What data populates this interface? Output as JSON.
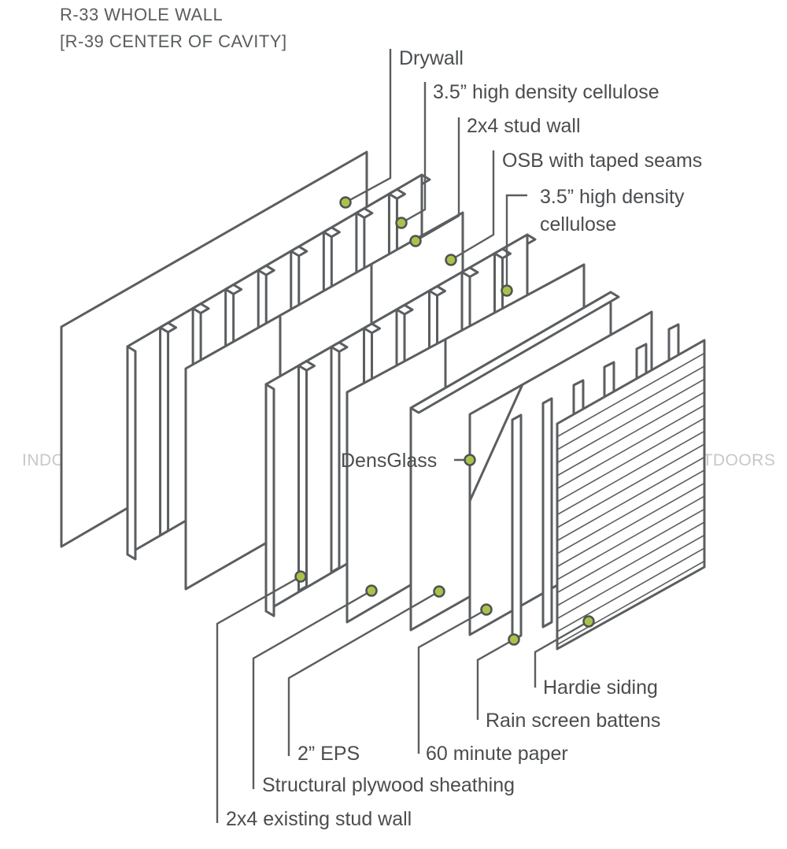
{
  "header": {
    "line1": "R-33 WHOLE WALL",
    "line2": "[R-39 CENTER OF CAVITY]"
  },
  "sides": {
    "indoors": "INDOORS",
    "outdoors": "OUTDOORS"
  },
  "labels": {
    "drywall": "Drywall",
    "cellulose_inner": "3.5” high density cellulose",
    "stud_wall": "2x4 stud wall",
    "osb": "OSB with taped seams",
    "cellulose_outer_1": "3.5” high density",
    "cellulose_outer_2": "cellulose",
    "densglass": "DensGlass",
    "hardie": "Hardie siding",
    "battens": "Rain screen battens",
    "eps": "2” EPS",
    "paper": "60 minute paper",
    "plywood": "Structural plywood sheathing",
    "existing_stud": "2x4 existing stud wall"
  },
  "colors": {
    "line": "#5b5e60",
    "accent_dot": "#a9c24a",
    "label_text": "#4a4d4f",
    "side_text": "#c6c8c9"
  }
}
